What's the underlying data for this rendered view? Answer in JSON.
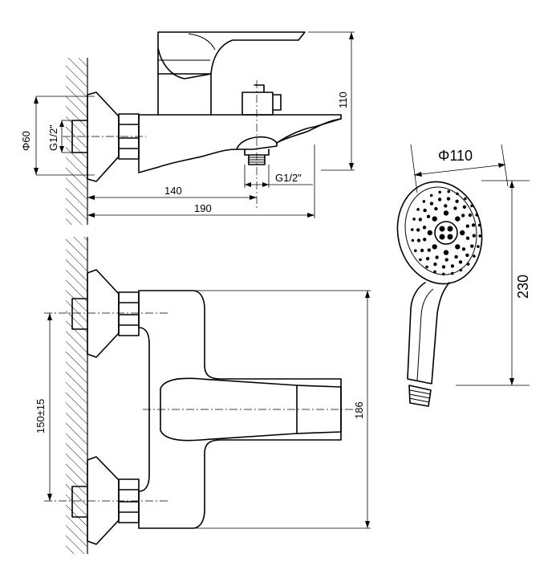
{
  "top_view": {
    "dim_height": "110",
    "dim_diameter": "Φ60",
    "dim_thread_inlet": "G1/2\"",
    "dim_thread_outlet": "G1/2\"",
    "dim_outlet_offset": "140",
    "dim_spout_length": "190"
  },
  "front_view": {
    "dim_center_distance": "150±15",
    "dim_height": "186"
  },
  "hand_shower": {
    "dim_head_diameter": "Φ110",
    "dim_length": "230"
  }
}
